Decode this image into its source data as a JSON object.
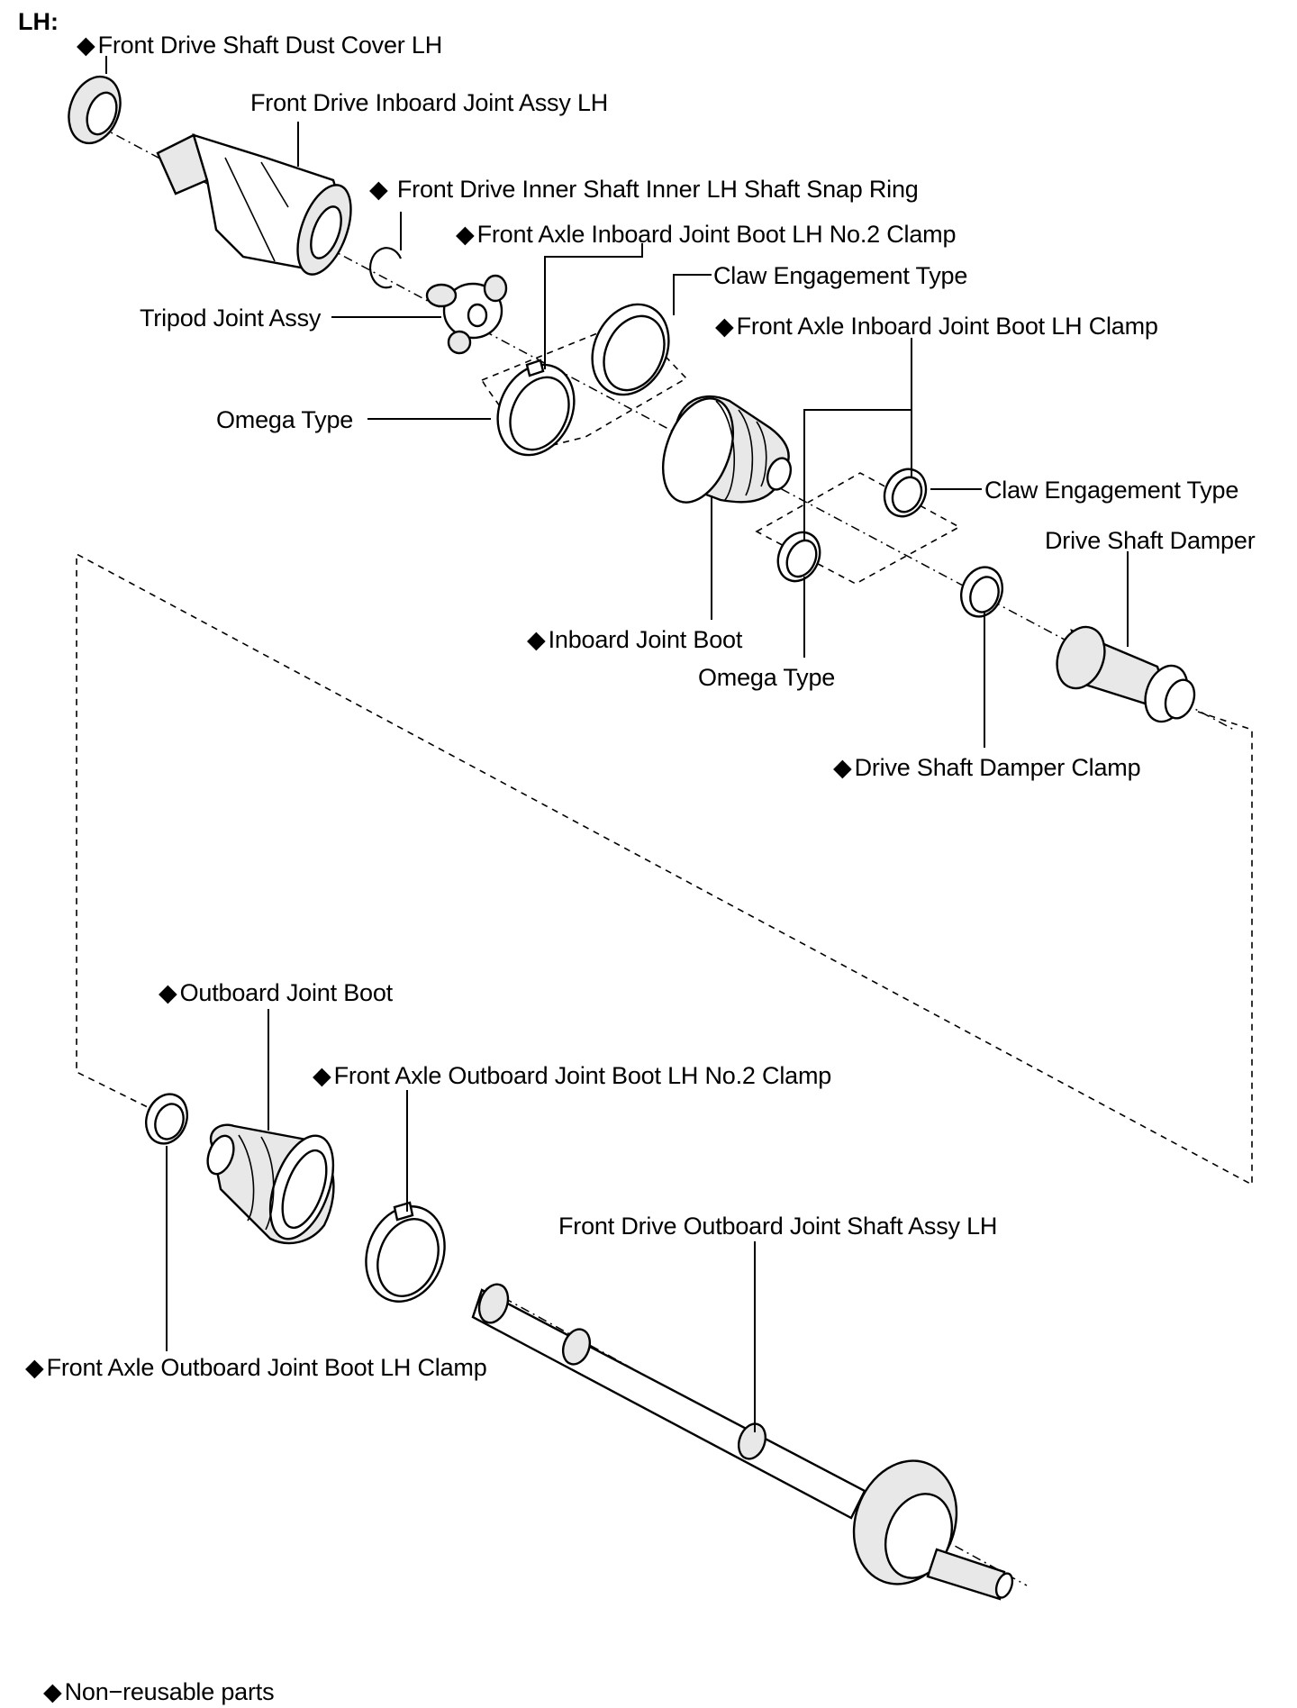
{
  "header": "LH:",
  "marker_symbol": "◆",
  "labels": {
    "dust_cover": "Front Drive Shaft Dust Cover LH",
    "inboard_joint_assy": "Front Drive Inboard Joint Assy LH",
    "snap_ring": "Front Drive Inner Shaft Inner LH Shaft Snap Ring",
    "inboard_no2_clamp": "Front Axle Inboard Joint Boot LH No.2 Clamp",
    "claw_type_1": "Claw Engagement Type",
    "tripod": "Tripod Joint Assy",
    "inboard_clamp": "Front Axle Inboard Joint Boot LH Clamp",
    "omega_type_1": "Omega Type",
    "claw_type_2": "Claw Engagement Type",
    "damper": "Drive Shaft Damper",
    "inboard_boot": "Inboard Joint Boot",
    "omega_type_2": "Omega Type",
    "damper_clamp": "Drive Shaft Damper Clamp",
    "outboard_boot": "Outboard Joint Boot",
    "outboard_no2_clamp": "Front Axle Outboard Joint Boot LH No.2 Clamp",
    "outboard_shaft": "Front Drive Outboard Joint Shaft Assy LH",
    "outboard_clamp": "Front Axle Outboard Joint Boot LH Clamp"
  },
  "legend": {
    "text": "Non−reusable parts"
  }
}
